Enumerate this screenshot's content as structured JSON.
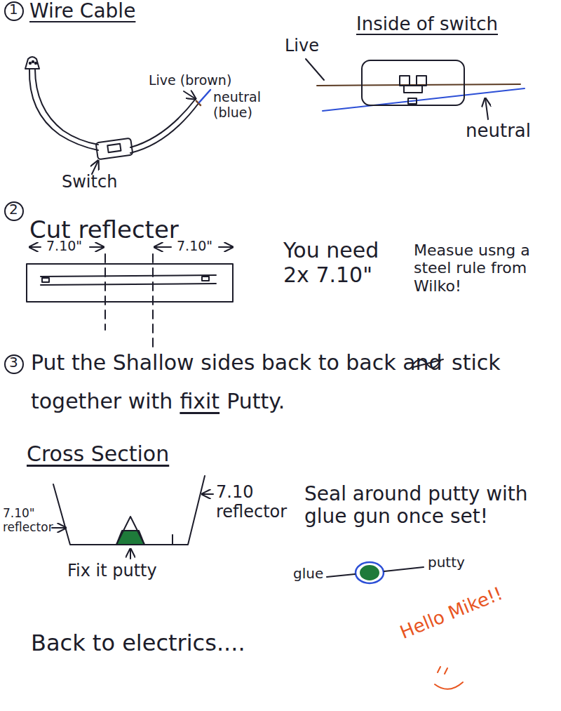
{
  "diagram": {
    "labels": [
      "1",
      "Wire Cable",
      "Inside of switch",
      "Live",
      "Live (brown)",
      "neutral (blue)",
      "Switch",
      "neutral",
      "2",
      "Cut reflecter",
      "7.10\"",
      "7.10\"",
      "You need 2x 7.10\"",
      "Measue usng a steel rule from Wilko!",
      "3",
      "Put the Shallow sides back to back and",
      "stick",
      "together with",
      "fixit",
      "Putty.",
      "Cross Section",
      "7.10\" reflector",
      "7.10 reflector",
      "Fix it putty",
      "Seal around putty with glue gun once set!",
      "glue",
      "putty",
      "Back to electrics....",
      "Hello Mike!!"
    ]
  }
}
